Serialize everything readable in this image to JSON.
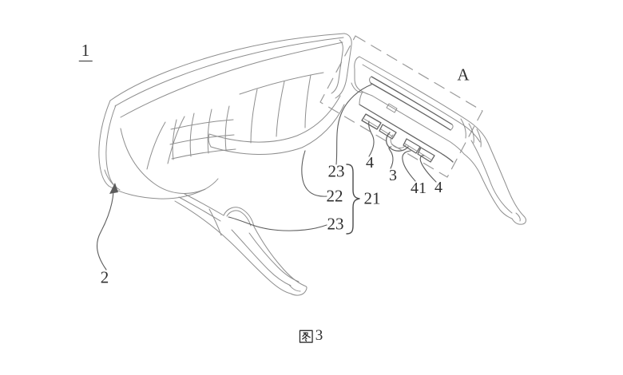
{
  "figure": {
    "caption": "图3",
    "caption_digit": "3"
  },
  "annotations": {
    "overall": "1",
    "detail_region": "A",
    "front_housing": "2",
    "temple_group": "21",
    "temple_middle": "22",
    "temple_end_upper": "23",
    "temple_end_lower": "23",
    "key_left": "4",
    "flex_piece": "3",
    "key_middle": "41",
    "key_right": "4"
  },
  "colors": {
    "background": "#ffffff",
    "line": "#8e8e8e",
    "line_dark": "#646464",
    "leader": "#5c5c5c",
    "label_text": "#2f2f2f",
    "dash_box": "#9a9a9a"
  }
}
